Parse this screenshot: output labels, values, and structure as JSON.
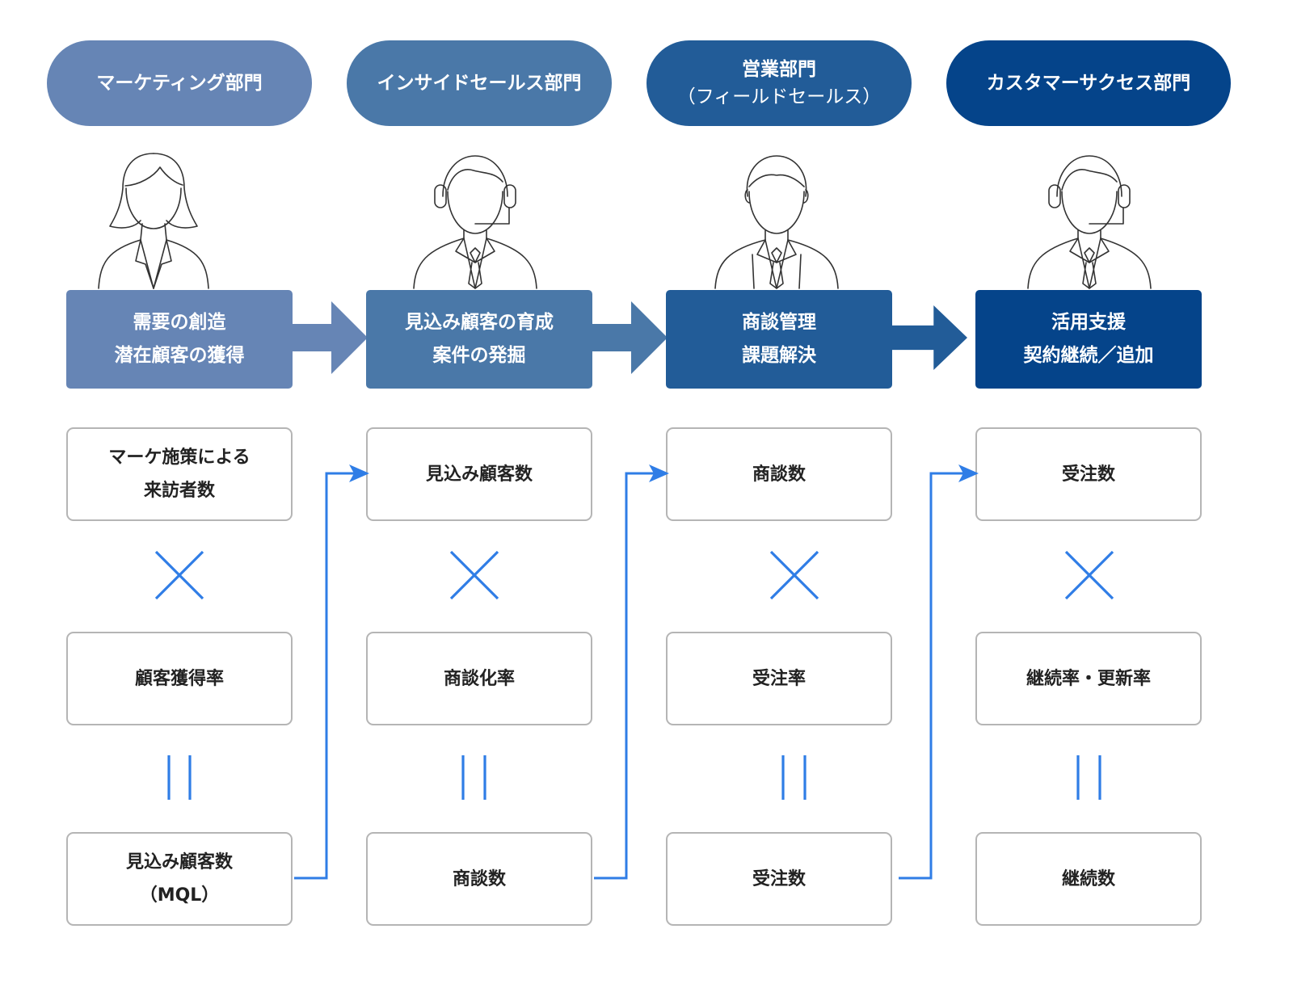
{
  "colors": {
    "marketing": "#6685b5",
    "inside_sales": "#4a78a8",
    "sales": "#225c98",
    "customer_success": "#05448a",
    "connector": "#2f7de6",
    "box_border": "#b5b5b5"
  },
  "departments": [
    {
      "key": "marketing",
      "title_lines": [
        "マーケティング部門"
      ],
      "person_icon": "woman-icon",
      "stage_lines": [
        "需要の創造",
        "潜在顧客の獲得"
      ],
      "metric_top_lines": [
        "マーケ施策による",
        "来訪者数"
      ],
      "operator_multiply": "×",
      "metric_rate_lines": [
        "顧客獲得率"
      ],
      "operator_equals": "=",
      "metric_result_lines": [
        "見込み顧客数",
        "（MQL）"
      ]
    },
    {
      "key": "inside_sales",
      "title_lines": [
        "インサイドセールス部門"
      ],
      "person_icon": "headset-man-icon",
      "stage_lines": [
        "見込み顧客の育成",
        "案件の発掘"
      ],
      "metric_top_lines": [
        "見込み顧客数"
      ],
      "operator_multiply": "×",
      "metric_rate_lines": [
        "商談化率"
      ],
      "operator_equals": "=",
      "metric_result_lines": [
        "商談数"
      ]
    },
    {
      "key": "sales",
      "title_lines": [
        "営業部門",
        "（フィールドセールス）"
      ],
      "person_icon": "businessman-icon",
      "stage_lines": [
        "商談管理",
        "課題解決"
      ],
      "metric_top_lines": [
        "商談数"
      ],
      "operator_multiply": "×",
      "metric_rate_lines": [
        "受注率"
      ],
      "operator_equals": "=",
      "metric_result_lines": [
        "受注数"
      ]
    },
    {
      "key": "customer_success",
      "title_lines": [
        "カスタマーサクセス部門"
      ],
      "person_icon": "headset-man-icon",
      "stage_lines": [
        "活用支援",
        "契約継続／追加"
      ],
      "metric_top_lines": [
        "受注数"
      ],
      "operator_multiply": "×",
      "metric_rate_lines": [
        "継続率・更新率"
      ],
      "operator_equals": "=",
      "metric_result_lines": [
        "継続数"
      ]
    }
  ]
}
